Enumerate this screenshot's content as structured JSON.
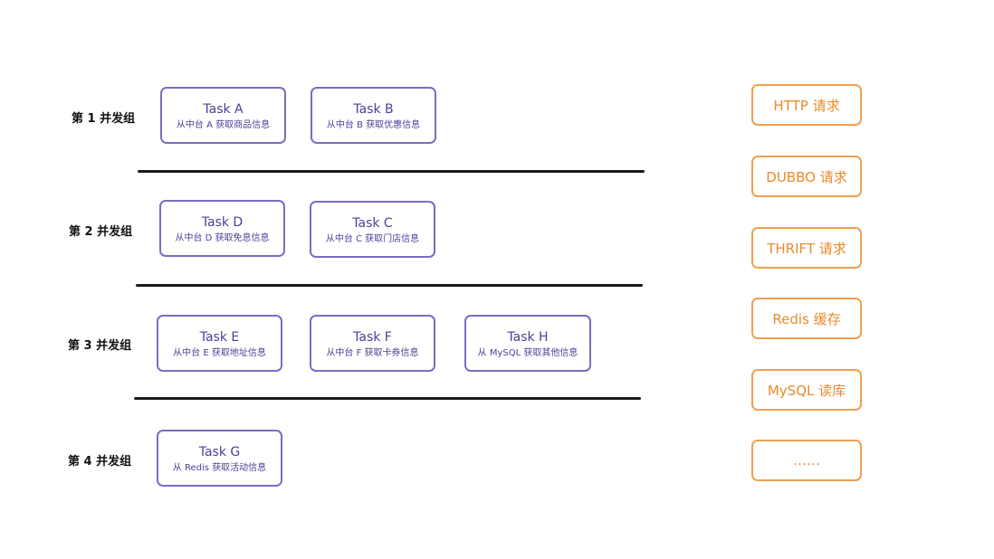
{
  "groups": [
    {
      "label": "第 1 并发组",
      "tasks": [
        {
          "title": "Task A",
          "desc": "从中台 A 获取商品信息"
        },
        {
          "title": "Task B",
          "desc": "从中台 B 获取优惠信息"
        }
      ]
    },
    {
      "label": "第 2 并发组",
      "tasks": [
        {
          "title": "Task D",
          "desc": "从中台 D 获取免息信息"
        },
        {
          "title": "Task C",
          "desc": "从中台 C 获取门店信息"
        }
      ]
    },
    {
      "label": "第 3 并发组",
      "tasks": [
        {
          "title": "Task E",
          "desc": "从中台 E 获取地址信息"
        },
        {
          "title": "Task F",
          "desc": "从中台 F 获取卡券信息"
        },
        {
          "title": "Task H",
          "desc": "从 MySQL 获取其他信息"
        }
      ]
    },
    {
      "label": "第 4 并发组",
      "tasks": [
        {
          "title": "Task G",
          "desc": "从 Redis 获取活动信息"
        }
      ]
    }
  ],
  "legend": [
    "HTTP 请求",
    "DUBBO 请求",
    "THRIFT 请求",
    "Redis 缓存",
    "MySQL 读库",
    "……"
  ],
  "colors": {
    "task_border": "#7b6cc4",
    "task_text": "#4b3f98",
    "legend_border": "#f0a050",
    "legend_text": "#ea8a2c",
    "divider": "#1a1a1a"
  }
}
